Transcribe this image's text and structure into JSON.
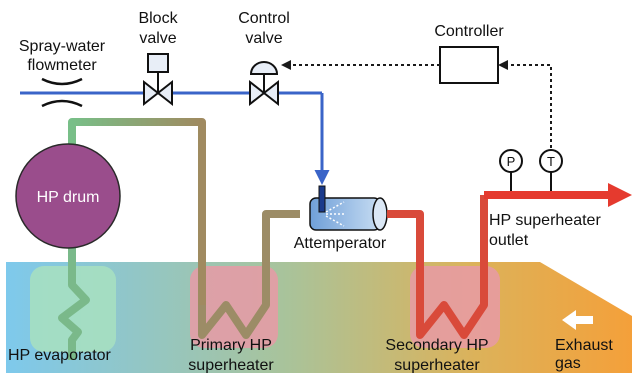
{
  "labels": {
    "spray_water_line1": "Spray-water",
    "spray_water_line2": "flowmeter",
    "block_valve_line1": "Block",
    "block_valve_line2": "valve",
    "control_valve_line1": "Control",
    "control_valve_line2": "valve",
    "controller": "Controller",
    "hp_drum": "HP drum",
    "attemperator": "Attemperator",
    "hp_superheater_outlet_line1": "HP superheater",
    "hp_superheater_outlet_line2": "outlet",
    "hp_evaporator": "HP evaporator",
    "primary_hp_line1": "Primary HP",
    "primary_hp_line2": "superheater",
    "secondary_hp_line1": "Secondary HP",
    "secondary_hp_line2": "superheater",
    "exhaust_line1": "Exhaust",
    "exhaust_line2": "gas",
    "pressure_gauge": "P",
    "temperature_gauge": "T"
  },
  "colors": {
    "water_line": "#3a64c8",
    "signal_line": "#1a1a1a",
    "drum": "#9a4d8c",
    "hot_outlet": "#e53a2e",
    "exhaust_start": "#7ec8ea",
    "exhaust_end": "#f4a03a"
  }
}
